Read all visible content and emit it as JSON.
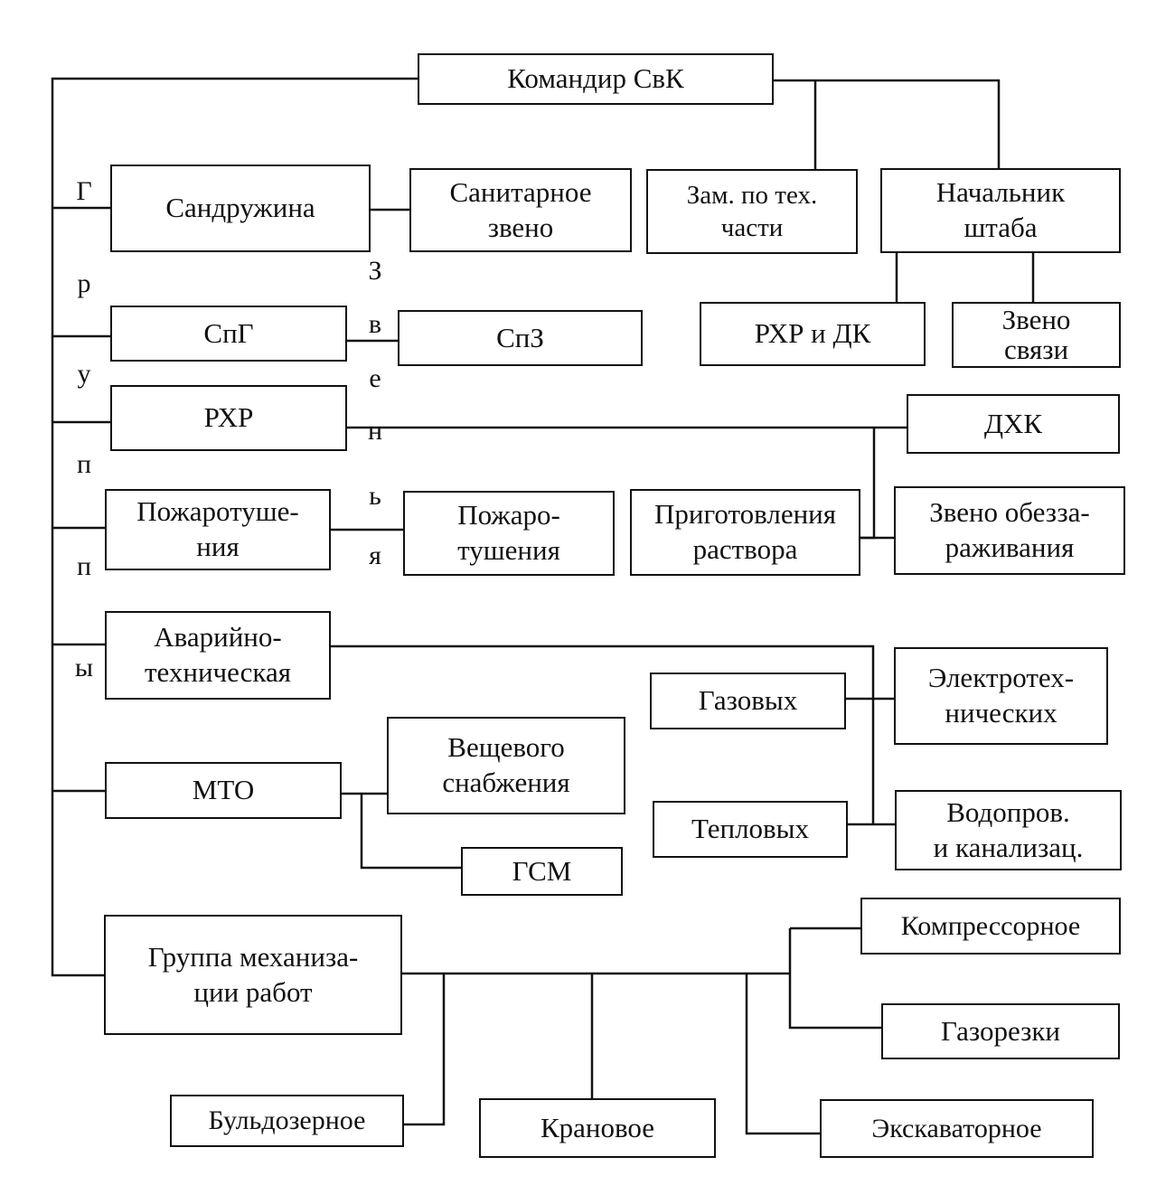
{
  "diagram": {
    "commander": "Командир СвК",
    "deputy_tech": "Зам. по тех.\nчасти",
    "chief_of_staff": "Начальник\nштаба",
    "rhr_dk": "РХР и ДК",
    "link_communication": "Звено\nсвязи",
    "sandruzhina": "Сандружина",
    "sanitary_link": "Санитарное\nзвено",
    "spg": "СпГ",
    "spz": "СпЗ",
    "rhr": "РХР",
    "dhk": "ДХК",
    "fire_group": "Пожаротуше-\nния",
    "fire_link": "Пожаро-\nтушения",
    "solution_prep": "Приготовления\nраствора",
    "decontamination_link": "Звено обезза-\nраживания",
    "emergency_tech": "Аварийно-\nтехническая",
    "gas": "Газовых",
    "electrotech": "Электротех-\nнических",
    "mto": "МТО",
    "clothing_supply": "Вещевого\nснабжения",
    "gsm": "ГСМ",
    "thermal": "Тепловых",
    "water_sewer": "Водопров.\nи канализац.",
    "mechanization_group": "Группа  механиза-\nции  работ",
    "compressor": "Компрессорное",
    "gas_cutting": "Газорезки",
    "bulldozer": "Бульдозерное",
    "crane": "Крановое",
    "excavator": "Экскаваторное",
    "groups_label_letters": [
      "Г",
      "р",
      "у",
      "п",
      "п",
      "ы"
    ],
    "links_label_letters": [
      "З",
      "в",
      "е",
      "н",
      "ь",
      "я"
    ]
  }
}
